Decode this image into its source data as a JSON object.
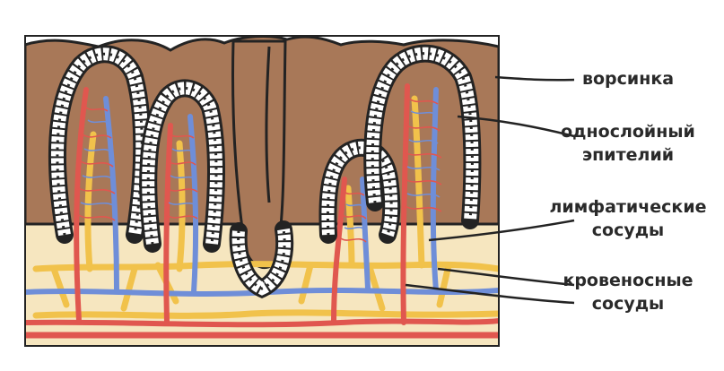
{
  "labels": {
    "villus": [
      "ворсинка"
    ],
    "epithelium": [
      "однослойный",
      "эпителий"
    ],
    "lymph": [
      "лимфатические",
      "сосуды"
    ],
    "blood": [
      "кровеносные",
      "сосуды"
    ]
  },
  "colors": {
    "tissue": "#a87858",
    "tissue_edge": "#232323",
    "base": "#f6e6bf",
    "lymph": "#f1c24b",
    "vein": "#6f8ed8",
    "artery": "#e0574f",
    "epithelium_fill": "#ffffff"
  }
}
